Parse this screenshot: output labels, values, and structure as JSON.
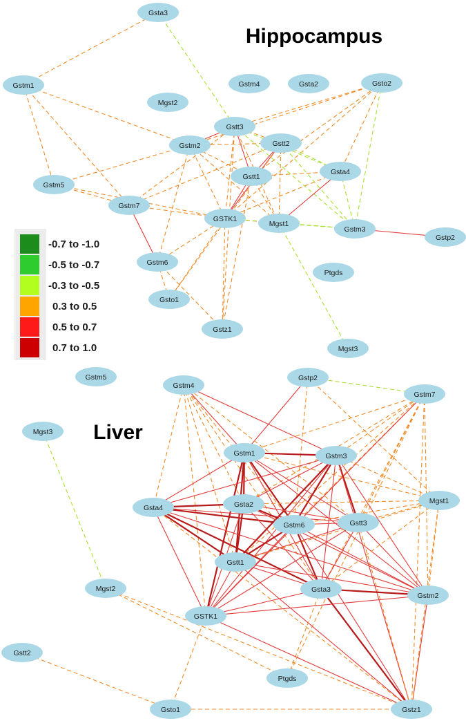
{
  "colors": {
    "node_fill": "#abd8e6",
    "legend_box": "#ececec"
  },
  "legend": {
    "items": [
      {
        "label": "-0.7 to -1.0",
        "color": "#1c8c1c"
      },
      {
        "label": "-0.5 to -0.7",
        "color": "#2ecc2e"
      },
      {
        "label": "-0.3 to -0.5",
        "color": "#b2ff1f"
      },
      {
        "label": "0.3 to 0.5",
        "color": "#ffa500"
      },
      {
        "label": "0.5 to 0.7",
        "color": "#ff1a1a"
      },
      {
        "label": "0.7 to 1.0",
        "color": "#cc0000"
      }
    ]
  },
  "edge_styles": {
    "pos_weak": {
      "color": "#f08a24",
      "dashed": true
    },
    "pos_mid": {
      "color": "#e23a3a",
      "dashed": false
    },
    "pos_strong": {
      "color": "#b81a1a",
      "dashed": false
    },
    "neg_weak": {
      "color": "#a8e030",
      "dashed": true
    }
  },
  "networks": [
    {
      "title": "Hippocampus",
      "nodes": [
        {
          "id": "Gsta3",
          "label": "Gsta3"
        },
        {
          "id": "Gstm1",
          "label": "Gstm1"
        },
        {
          "id": "Gstm4",
          "label": "Gstm4"
        },
        {
          "id": "Gsta2",
          "label": "Gsta2"
        },
        {
          "id": "Gsto2",
          "label": "Gsto2"
        },
        {
          "id": "Mgst2",
          "label": "Mgst2"
        },
        {
          "id": "Gstt3",
          "label": "Gstt3"
        },
        {
          "id": "Gstm2",
          "label": "Gstm2"
        },
        {
          "id": "Gstt2",
          "label": "Gstt2"
        },
        {
          "id": "Gstt1",
          "label": "Gstt1"
        },
        {
          "id": "Gsta4",
          "label": "Gsta4"
        },
        {
          "id": "Gstm5",
          "label": "Gstm5"
        },
        {
          "id": "Gstm7",
          "label": "Gstm7"
        },
        {
          "id": "GSTK1",
          "label": "GSTK1"
        },
        {
          "id": "Mgst1",
          "label": "Mgst1"
        },
        {
          "id": "Gstm3",
          "label": "Gstm3"
        },
        {
          "id": "Gstp2",
          "label": "Gstp2"
        },
        {
          "id": "Gstm6",
          "label": "Gstm6"
        },
        {
          "id": "Ptgds",
          "label": "Ptgds"
        },
        {
          "id": "Gsto1",
          "label": "Gsto1"
        },
        {
          "id": "Gstz1",
          "label": "Gstz1"
        },
        {
          "id": "Mgst3",
          "label": "Mgst3"
        }
      ],
      "edges": [
        [
          "Gsta3",
          "Gstm1",
          "pos_weak"
        ],
        [
          "Gsta3",
          "Gstt3",
          "neg_weak"
        ],
        [
          "Gstm1",
          "Gstm5",
          "pos_weak"
        ],
        [
          "Gstm1",
          "Gstm2",
          "pos_weak"
        ],
        [
          "Gstm1",
          "Gstm7",
          "pos_weak"
        ],
        [
          "Gsto2",
          "Gstt3",
          "pos_weak"
        ],
        [
          "Gsto2",
          "Gstm2",
          "pos_weak"
        ],
        [
          "Gsto2",
          "Gstt1",
          "pos_weak"
        ],
        [
          "Gsto2",
          "GSTK1",
          "pos_weak"
        ],
        [
          "Gsto2",
          "Gsta4",
          "pos_weak"
        ],
        [
          "Gsto2",
          "Gstm3",
          "neg_weak"
        ],
        [
          "Gstt3",
          "Gstm2",
          "pos_mid"
        ],
        [
          "Gstt3",
          "Gstt1",
          "pos_mid"
        ],
        [
          "Gstt3",
          "Gstt2",
          "pos_weak"
        ],
        [
          "Gstt3",
          "GSTK1",
          "pos_weak"
        ],
        [
          "Gstt3",
          "Gsta4",
          "neg_weak"
        ],
        [
          "Gstt3",
          "Mgst1",
          "pos_weak"
        ],
        [
          "Gstt3",
          "Gstm7",
          "pos_weak"
        ],
        [
          "Gstt3",
          "Gstm3",
          "neg_weak"
        ],
        [
          "Gstt3",
          "Gstz1",
          "pos_weak"
        ],
        [
          "Gstm2",
          "Gstm5",
          "pos_weak"
        ],
        [
          "Gstm2",
          "Gstt2",
          "pos_weak"
        ],
        [
          "Gstm2",
          "GSTK1",
          "pos_weak"
        ],
        [
          "Gstm2",
          "Gstm6",
          "pos_weak"
        ],
        [
          "Gstm2",
          "Gstt1",
          "pos_weak"
        ],
        [
          "Gstm2",
          "Mgst1",
          "pos_weak"
        ],
        [
          "Gstt2",
          "GSTK1",
          "pos_mid"
        ],
        [
          "Gstt2",
          "Gstt1",
          "pos_mid"
        ],
        [
          "Gstt2",
          "Gsta4",
          "neg_weak"
        ],
        [
          "Gstt2",
          "Gstm3",
          "neg_weak"
        ],
        [
          "Gstt2",
          "Mgst1",
          "pos_weak"
        ],
        [
          "Gstt2",
          "Gstm7",
          "pos_weak"
        ],
        [
          "Gstt2",
          "Gsto1",
          "pos_weak"
        ],
        [
          "Gstt1",
          "GSTK1",
          "pos_mid"
        ],
        [
          "Gstt1",
          "Gsta4",
          "pos_weak"
        ],
        [
          "Gstt1",
          "Mgst1",
          "pos_weak"
        ],
        [
          "Gstt1",
          "Gstz1",
          "pos_weak"
        ],
        [
          "Gsta4",
          "Mgst1",
          "pos_mid"
        ],
        [
          "Gsta4",
          "GSTK1",
          "pos_weak"
        ],
        [
          "Gsta4",
          "Gstm3",
          "neg_weak"
        ],
        [
          "Gstm5",
          "Gstm7",
          "pos_weak"
        ],
        [
          "Gstm5",
          "GSTK1",
          "pos_weak"
        ],
        [
          "Gstm7",
          "GSTK1",
          "pos_weak"
        ],
        [
          "Gstm7",
          "Gstm6",
          "pos_mid"
        ],
        [
          "GSTK1",
          "Mgst1",
          "pos_weak"
        ],
        [
          "GSTK1",
          "Gstm3",
          "neg_weak"
        ],
        [
          "GSTK1",
          "Gstm6",
          "pos_weak"
        ],
        [
          "GSTK1",
          "Gsto1",
          "pos_weak"
        ],
        [
          "GSTK1",
          "Gstz1",
          "pos_weak"
        ],
        [
          "Mgst1",
          "Gstm3",
          "neg_weak"
        ],
        [
          "Mgst1",
          "Mgst3",
          "neg_weak"
        ],
        [
          "Gstm3",
          "Gstp2",
          "pos_mid"
        ],
        [
          "Gstm6",
          "Gsto1",
          "pos_weak"
        ],
        [
          "Gstm6",
          "Gstz1",
          "pos_weak"
        ]
      ]
    },
    {
      "title": "Liver",
      "nodes": [
        {
          "id": "Gstm5",
          "label": "Gstm5"
        },
        {
          "id": "Gstm4",
          "label": "Gstm4"
        },
        {
          "id": "Gstp2",
          "label": "Gstp2"
        },
        {
          "id": "Gstm7",
          "label": "Gstm7"
        },
        {
          "id": "Mgst3",
          "label": "Mgst3"
        },
        {
          "id": "Gstm1",
          "label": "Gstm1"
        },
        {
          "id": "Gstm3",
          "label": "Gstm3"
        },
        {
          "id": "Mgst1",
          "label": "Mgst1"
        },
        {
          "id": "Gsta4",
          "label": "Gsta4"
        },
        {
          "id": "Gsta2",
          "label": "Gsta2"
        },
        {
          "id": "Gstm6",
          "label": "Gstm6"
        },
        {
          "id": "Gstt3",
          "label": "Gstt3"
        },
        {
          "id": "Gstt1",
          "label": "Gstt1"
        },
        {
          "id": "Gsta3",
          "label": "Gsta3"
        },
        {
          "id": "Gstm2",
          "label": "Gstm2"
        },
        {
          "id": "Mgst2",
          "label": "Mgst2"
        },
        {
          "id": "GSTK1",
          "label": "GSTK1"
        },
        {
          "id": "Gstt2",
          "label": "Gstt2"
        },
        {
          "id": "Ptgds",
          "label": "Ptgds"
        },
        {
          "id": "Gsto1",
          "label": "Gsto1"
        },
        {
          "id": "Gstz1",
          "label": "Gstz1"
        }
      ],
      "edges": [
        [
          "Mgst3",
          "Mgst2",
          "neg_weak"
        ],
        [
          "Gstp2",
          "Gstm7",
          "neg_weak"
        ],
        [
          "Gstp2",
          "Gstm1",
          "pos_mid"
        ],
        [
          "Gstp2",
          "Mgst1",
          "pos_weak"
        ],
        [
          "Gstp2",
          "Gstm6",
          "pos_weak"
        ],
        [
          "Gstm4",
          "Gstm1",
          "pos_mid"
        ],
        [
          "Gstm4",
          "Gstm3",
          "pos_mid"
        ],
        [
          "Gstm4",
          "Gsta4",
          "pos_weak"
        ],
        [
          "Gstm4",
          "Gsta2",
          "pos_weak"
        ],
        [
          "Gstm4",
          "Gstm6",
          "pos_weak"
        ],
        [
          "Gstm4",
          "Gstt1",
          "pos_weak"
        ],
        [
          "Gstm4",
          "Gsta3",
          "pos_weak"
        ],
        [
          "Gstm4",
          "GSTK1",
          "pos_weak"
        ],
        [
          "Gstm4",
          "Gstt3",
          "pos_weak"
        ],
        [
          "Gstm7",
          "Gstm1",
          "pos_weak"
        ],
        [
          "Gstm7",
          "Gstm3",
          "pos_weak"
        ],
        [
          "Gstm7",
          "Gsta2",
          "pos_weak"
        ],
        [
          "Gstm7",
          "Gstm6",
          "pos_weak"
        ],
        [
          "Gstm7",
          "Gstt3",
          "pos_weak"
        ],
        [
          "Gstm7",
          "Gsta3",
          "pos_weak"
        ],
        [
          "Gstm7",
          "Gstt1",
          "pos_weak"
        ],
        [
          "Gstm7",
          "Gstm2",
          "pos_weak"
        ],
        [
          "Gstm7",
          "GSTK1",
          "pos_mid"
        ],
        [
          "Gstm7",
          "Gstz1",
          "pos_weak"
        ],
        [
          "Gstm7",
          "Ptgds",
          "pos_weak"
        ],
        [
          "Gstm1",
          "Gstm3",
          "pos_strong"
        ],
        [
          "Gstm1",
          "Gsta4",
          "pos_mid"
        ],
        [
          "Gstm1",
          "Gsta2",
          "pos_strong"
        ],
        [
          "Gstm1",
          "Gstm6",
          "pos_strong"
        ],
        [
          "Gstm1",
          "Gstt1",
          "pos_strong"
        ],
        [
          "Gstm1",
          "Gsta3",
          "pos_mid"
        ],
        [
          "Gstm1",
          "GSTK1",
          "pos_strong"
        ],
        [
          "Gstm1",
          "Gstt3",
          "pos_mid"
        ],
        [
          "Gstm1",
          "Gstm2",
          "pos_mid"
        ],
        [
          "Gstm1",
          "Mgst1",
          "pos_weak"
        ],
        [
          "Gstm3",
          "Gsta4",
          "pos_mid"
        ],
        [
          "Gstm3",
          "Gsta2",
          "pos_mid"
        ],
        [
          "Gstm3",
          "Gstm6",
          "pos_strong"
        ],
        [
          "Gstm3",
          "Gstt1",
          "pos_strong"
        ],
        [
          "Gstm3",
          "Gsta3",
          "pos_mid"
        ],
        [
          "Gstm3",
          "GSTK1",
          "pos_mid"
        ],
        [
          "Gstm3",
          "Gstt3",
          "pos_strong"
        ],
        [
          "Gstm3",
          "Gstm2",
          "pos_mid"
        ],
        [
          "Gstm3",
          "Gstz1",
          "pos_mid"
        ],
        [
          "Gstm3",
          "Mgst1",
          "pos_weak"
        ],
        [
          "Gsta4",
          "Gsta2",
          "pos_strong"
        ],
        [
          "Gsta4",
          "Gstm6",
          "pos_strong"
        ],
        [
          "Gsta4",
          "Gstt1",
          "pos_strong"
        ],
        [
          "Gsta4",
          "Gsta3",
          "pos_strong"
        ],
        [
          "Gsta4",
          "GSTK1",
          "pos_mid"
        ],
        [
          "Gsta4",
          "Gstt3",
          "pos_mid"
        ],
        [
          "Gsta4",
          "Gstm2",
          "pos_mid"
        ],
        [
          "Gsta4",
          "Gstz1",
          "pos_weak"
        ],
        [
          "Gsta2",
          "Gstm6",
          "pos_strong"
        ],
        [
          "Gsta2",
          "Gstt1",
          "pos_strong"
        ],
        [
          "Gsta2",
          "Gsta3",
          "pos_mid"
        ],
        [
          "Gsta2",
          "GSTK1",
          "pos_mid"
        ],
        [
          "Gsta2",
          "Gstt3",
          "pos_mid"
        ],
        [
          "Gsta2",
          "Gstm2",
          "pos_mid"
        ],
        [
          "Gsta2",
          "Mgst1",
          "pos_weak"
        ],
        [
          "Gstm6",
          "Gstt1",
          "pos_strong"
        ],
        [
          "Gstm6",
          "Gsta3",
          "pos_strong"
        ],
        [
          "Gstm6",
          "GSTK1",
          "pos_mid"
        ],
        [
          "Gstm6",
          "Gstt3",
          "pos_mid"
        ],
        [
          "Gstm6",
          "Gstm2",
          "pos_mid"
        ],
        [
          "Gstm6",
          "Gstz1",
          "pos_mid"
        ],
        [
          "Gstm6",
          "Mgst1",
          "pos_weak"
        ],
        [
          "Gstt3",
          "Gstt1",
          "pos_mid"
        ],
        [
          "Gstt3",
          "Gsta3",
          "pos_mid"
        ],
        [
          "Gstt3",
          "Gstm2",
          "pos_mid"
        ],
        [
          "Gstt3",
          "GSTK1",
          "pos_mid"
        ],
        [
          "Gstt3",
          "Gstz1",
          "pos_weak"
        ],
        [
          "Gstt3",
          "Mgst1",
          "pos_weak"
        ],
        [
          "Gstt1",
          "Gsta3",
          "pos_mid"
        ],
        [
          "Gstt1",
          "GSTK1",
          "pos_mid"
        ],
        [
          "Gstt1",
          "Gstm2",
          "pos_mid"
        ],
        [
          "Gstt1",
          "Gstz1",
          "pos_mid"
        ],
        [
          "Gstt1",
          "Mgst1",
          "pos_weak"
        ],
        [
          "Gsta3",
          "Gstm2",
          "pos_strong"
        ],
        [
          "Gsta3",
          "Gstz1",
          "pos_strong"
        ],
        [
          "Gsta3",
          "GSTK1",
          "pos_mid"
        ],
        [
          "Gsta3",
          "Mgst1",
          "pos_weak"
        ],
        [
          "Gsta3",
          "Ptgds",
          "pos_weak"
        ],
        [
          "Gstm2",
          "GSTK1",
          "pos_mid"
        ],
        [
          "Gstm2",
          "Gstz1",
          "pos_mid"
        ],
        [
          "Gstm2",
          "Mgst1",
          "pos_weak"
        ],
        [
          "Mgst2",
          "Ptgds",
          "pos_weak"
        ],
        [
          "Mgst2",
          "Gstz1",
          "pos_weak"
        ],
        [
          "GSTK1",
          "Gstz1",
          "pos_mid"
        ],
        [
          "GSTK1",
          "Gsto1",
          "pos_weak"
        ],
        [
          "Gstt2",
          "Gsto1",
          "pos_weak"
        ],
        [
          "Gsto1",
          "Gstz1",
          "pos_weak"
        ],
        [
          "Mgst1",
          "Gstz1",
          "pos_weak"
        ]
      ]
    }
  ]
}
